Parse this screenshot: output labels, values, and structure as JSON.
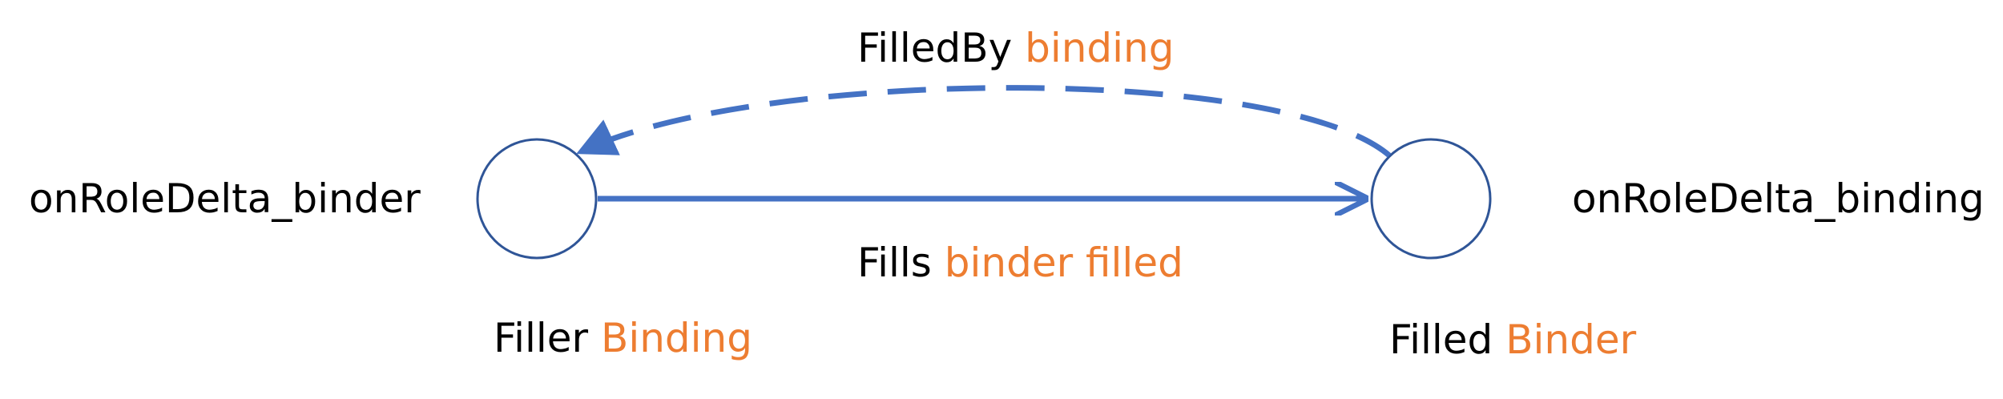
{
  "colors": {
    "edge": "#4472C4",
    "node_stroke": "#2F5597",
    "accent_text": "#ED7D31",
    "text": "#000000"
  },
  "nodes": {
    "left": {
      "label": "onRoleDelta_binder",
      "role": "Filler",
      "role_type": "Binding"
    },
    "right": {
      "label": "onRoleDelta_binding",
      "role": "Filled",
      "role_type": "Binder"
    }
  },
  "edges": {
    "fills": {
      "label": "Fills",
      "detail": "binder filled",
      "style": "solid"
    },
    "filled_by": {
      "label": "FilledBy",
      "detail": "binding",
      "style": "dashed"
    }
  }
}
